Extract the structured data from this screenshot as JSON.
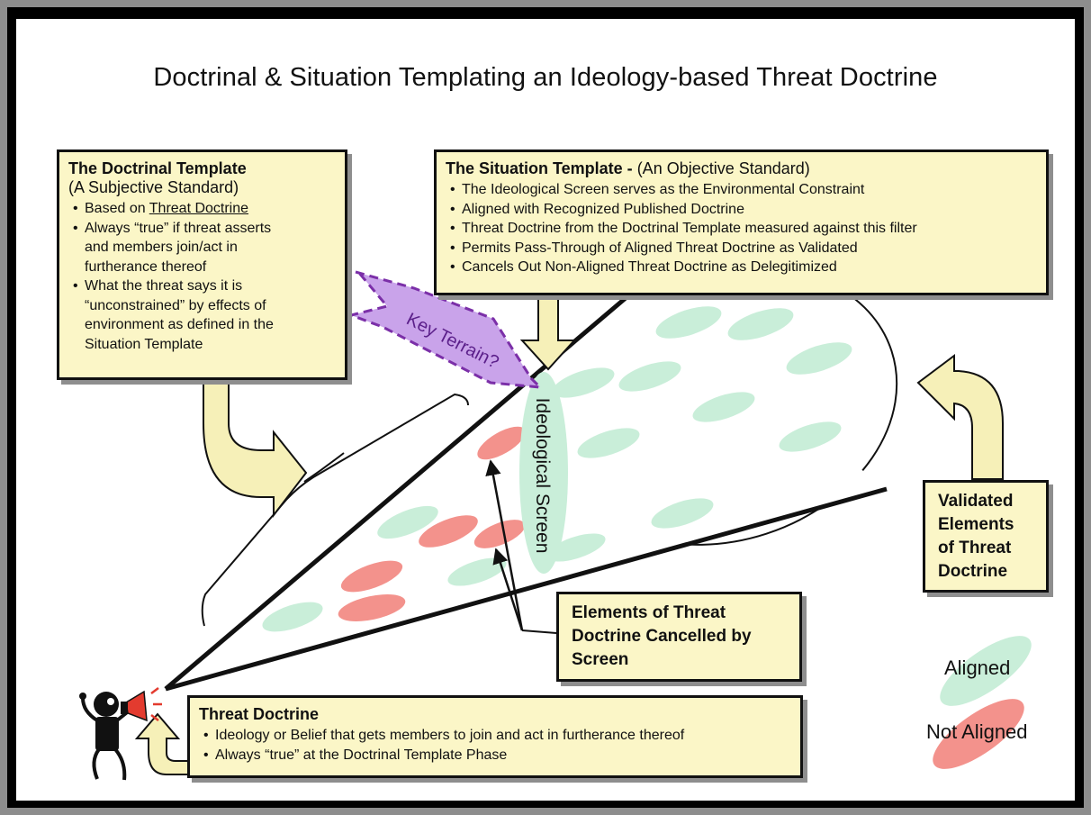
{
  "title": "Doctrinal & Situation Templating an Ideology-based Threat Doctrine",
  "doctrinal_template": {
    "heading": "The Doctrinal Template",
    "subheading": "(A Subjective Standard)",
    "item1_prefix": "Based on ",
    "item1_link": "Threat Doctrine",
    "item2": "Always “true” if threat asserts and members join/act in furtherance thereof",
    "item3": "What the threat says it is “unconstrained” by effects of environment as defined in the Situation Template"
  },
  "situation_template": {
    "heading": "The Situation Template - ",
    "heading_suffix": "(An Objective Standard)",
    "items": [
      "The Ideological Screen serves as the Environmental Constraint",
      "Aligned with Recognized Published  Doctrine",
      "Threat Doctrine from the Doctrinal Template measured against this filter",
      " Permits Pass-Through of Aligned Threat Doctrine as Validated",
      "Cancels Out Non-Aligned Threat Doctrine as Delegitimized"
    ]
  },
  "key_terrain": "Key Terrain?",
  "ideological_screen": "Ideological Screen",
  "validated_label": "Validated Elements of Threat Doctrine",
  "cancelled_label": "Elements of Threat Doctrine Cancelled by Screen",
  "threat_doctrine": {
    "heading": "Threat Doctrine",
    "items": [
      "Ideology or Belief that gets members to join and act in furtherance thereof",
      "Always “true” at the Doctrinal Template Phase"
    ]
  },
  "legend": {
    "aligned": "Aligned",
    "not_aligned": "Not Aligned"
  },
  "colors": {
    "box_fill": "#fbf6c7",
    "aligned": "#c9eed9",
    "not_aligned": "#f3928c",
    "key_terrain_fill": "#c9a3ea",
    "key_terrain_stroke": "#7b2fa8",
    "arrow_fill": "#f6f0b8",
    "megaphone": "#e33b2f"
  }
}
